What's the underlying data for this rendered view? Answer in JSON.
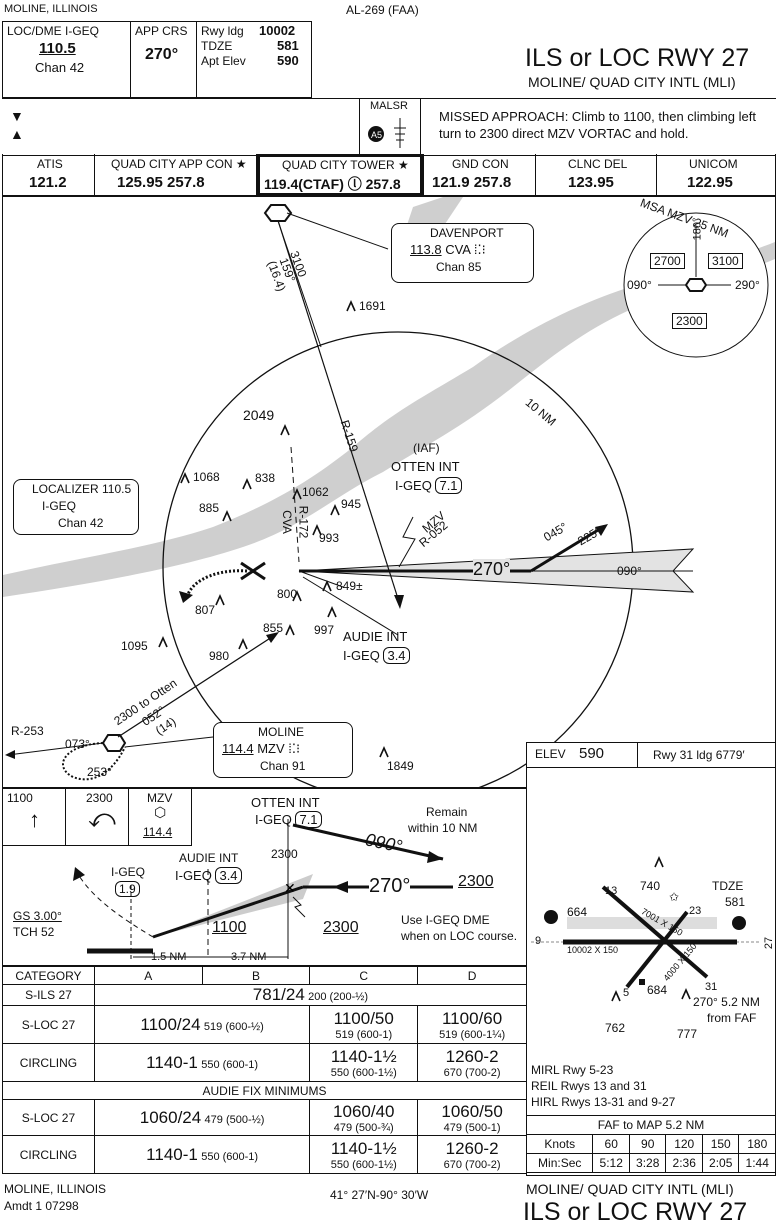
{
  "header": {
    "city": "MOLINE, ILLINOIS",
    "chart_id": "AL-269 (FAA)",
    "title": "ILS or LOC RWY 27",
    "airport": "MOLINE/ QUAD CITY INTL (MLI)",
    "loc_label": "LOC/DME  I-GEQ",
    "loc_freq": "110.5",
    "loc_chan": "Chan 42",
    "app_crs_label": "APP CRS",
    "app_crs": "270°",
    "rwy_ldg_label": "Rwy ldg",
    "rwy_ldg": "10002",
    "tdze_label": "TDZE",
    "tdze": "581",
    "apt_elev_label": "Apt Elev",
    "apt_elev": "590",
    "malsr": "MALSR",
    "missed": "MISSED APPROACH: Climb to 1100, then climbing left turn to 2300 direct MZV VORTAC and hold."
  },
  "comms": [
    {
      "name": "ATIS",
      "freq": "121.2"
    },
    {
      "name": "QUAD CITY APP CON ★",
      "freq": "125.95  257.8"
    },
    {
      "name": "QUAD CITY TOWER ★",
      "freq": "119.4(CTAF) ⓛ  257.8"
    },
    {
      "name": "GND CON",
      "freq": "121.9  257.8"
    },
    {
      "name": "CLNC DEL",
      "freq": "123.95"
    },
    {
      "name": "UNICOM",
      "freq": "122.95"
    }
  ],
  "plan": {
    "davenport": {
      "name": "DAVENPORT",
      "freq": "113.8",
      "id": "CVA",
      "chan": "Chan 85"
    },
    "moline": {
      "name": "MOLINE",
      "freq": "114.4",
      "id": "MZV",
      "chan": "Chan 91"
    },
    "localizer": {
      "line1": "LOCALIZER 110.5",
      "line2": "I-GEQ",
      "line3": "Chan 42"
    },
    "msa": {
      "title": "MSA MZV 25 NM",
      "a": "2700",
      "b": "3100",
      "c": "2300",
      "r180": "180°",
      "r090": "090°",
      "r290": "290°"
    },
    "iaf": "(IAF)",
    "otten": "OTTEN INT",
    "otten_dme": "I-GEQ",
    "otten_val": "7.1",
    "audie": "AUDIE INT",
    "audie_dme": "I-GEQ",
    "audie_val": "3.4",
    "ring": "10 NM",
    "crs270": "270°",
    "crs090": "090°",
    "r159": "R-159",
    "r172": "R-172",
    "cva": "CVA",
    "mzv_r052_a": "MZV",
    "mzv_r052_b": "R-052",
    "r253": "R-253",
    "t3100": "3100",
    "t159": "159°",
    "t164": "(16.4)",
    "t2300otten": "2300 to Otten",
    "t052": "052°",
    "t14": "(14)",
    "h045": "045°",
    "h225": "225°",
    "h073": "073°",
    "h253": "253°",
    "obs": [
      "1691",
      "2049",
      "1068",
      "838",
      "1062",
      "885",
      "945",
      "993",
      "849±",
      "807",
      "800",
      "855",
      "997",
      "1095",
      "980",
      "1849"
    ]
  },
  "profile": {
    "icon1": "1100",
    "icon2": "2300",
    "icon3_id": "MZV",
    "icon3_freq": "114.4",
    "otten": "OTTEN INT",
    "otten_dme": "I-GEQ",
    "otten_val": "7.1",
    "remain": "Remain",
    "within": "within 10 NM",
    "alt2300a": "2300",
    "c090": "090°",
    "audie": "AUDIE INT",
    "audie_dme": "I-GEQ",
    "audie_val": "3.4",
    "igeq": "I-GEQ",
    "igeq_val": "1.9",
    "c270": "270°",
    "alt2300b": "2300",
    "alt1100": "1100",
    "alt2300c": "2300",
    "gs": "GS 3.00°",
    "tch": "TCH 52",
    "use1": "Use I-GEQ DME",
    "use2": "when on LOC course.",
    "nm15": "1.5 NM",
    "nm37": "3.7 NM"
  },
  "minimums": {
    "header": [
      "CATEGORY",
      "A",
      "B",
      "C",
      "D"
    ],
    "silsrow": {
      "label": "S-ILS 27",
      "big": "781/24",
      "small": "200 (200-½)"
    },
    "sloc": {
      "label": "S-LOC 27",
      "ab_big": "1100/24",
      "ab_small": "519 (600-½)",
      "c_big": "1100/50",
      "c_small": "519 (600-1)",
      "d_big": "1100/60",
      "d_small": "519 (600-1¼)"
    },
    "circ": {
      "label": "CIRCLING",
      "ab_big": "1140-1",
      "ab_small": "550 (600-1)",
      "c_big": "1140-1½",
      "c_small": "550 (600-1½)",
      "d_big": "1260-2",
      "d_small": "670 (700-2)"
    },
    "audie_title": "AUDIE FIX MINIMUMS",
    "sloc2": {
      "label": "S-LOC 27",
      "ab_big": "1060/24",
      "ab_small": "479 (500-½)",
      "c_big": "1060/40",
      "c_small": "479 (500-¾)",
      "d_big": "1060/50",
      "d_small": "479 (500-1)"
    },
    "circ2": {
      "label": "CIRCLING",
      "ab_big": "1140-1",
      "ab_small": "550 (600-1)",
      "c_big": "1140-1½",
      "c_small": "550 (600-1½)",
      "d_big": "1260-2",
      "d_small": "670 (700-2)"
    }
  },
  "airport_diagram": {
    "elev_label": "ELEV",
    "elev": "590",
    "rwy31": "Rwy 31 ldg 6779′",
    "tdze_label": "TDZE",
    "tdze": "581",
    "o740": "740",
    "o664": "664",
    "o684": "684",
    "o762": "762",
    "o777": "777",
    "rwy_dims": "10002 X 150",
    "dims2": "7001 X 150",
    "dims3": "4000 X 150",
    "faf": "270° 5.2 NM",
    "from_faf": "from FAF",
    "lights": [
      "MIRL Rwy 5-23",
      "REIL Rwys 13 and 31",
      "HIRL Rwys 13-31 and 9-27"
    ],
    "faf_map": "FAF to MAP  5.2 NM",
    "knots_label": "Knots",
    "knots": [
      "60",
      "90",
      "120",
      "150",
      "180"
    ],
    "minsec_label": "Min:Sec",
    "times": [
      "5:12",
      "3:28",
      "2:36",
      "2:05",
      "1:44"
    ],
    "rwy_num": [
      "9",
      "27",
      "13",
      "31",
      "5",
      "23"
    ]
  },
  "footer": {
    "city": "MOLINE, ILLINOIS",
    "amdt": "Amdt 1  07298",
    "coords": "41° 27′N-90° 30′W",
    "airport": "MOLINE/ QUAD CITY INTL (MLI)",
    "title": "ILS or LOC RWY 27"
  }
}
